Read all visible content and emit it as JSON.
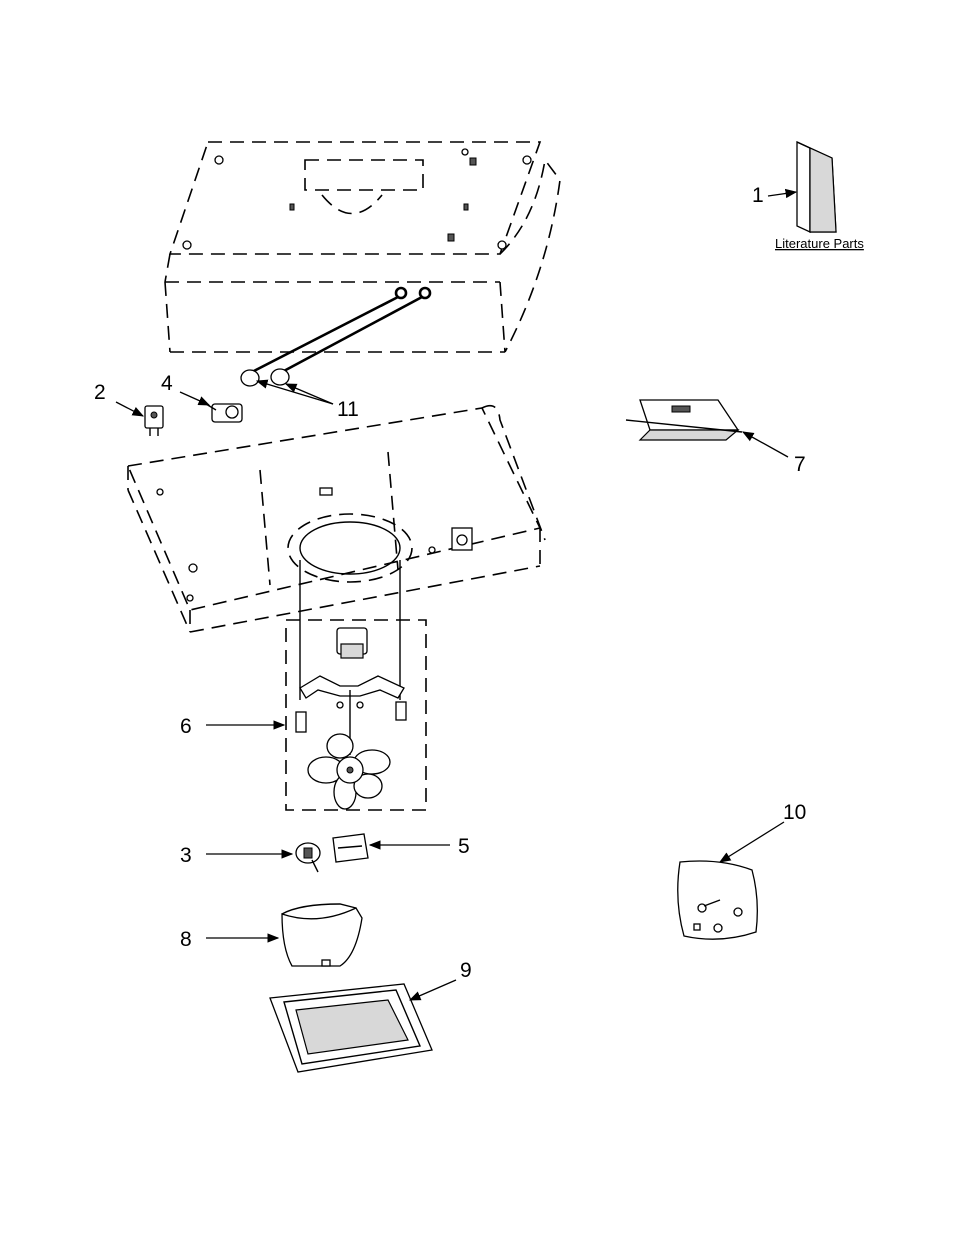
{
  "callouts": {
    "c1": "1",
    "c2": "2",
    "c3": "3",
    "c4": "4",
    "c5": "5",
    "c6": "6",
    "c7": "7",
    "c8": "8",
    "c9": "9",
    "c10": "10",
    "c11": "11"
  },
  "literature_label": "Literature Parts"
}
